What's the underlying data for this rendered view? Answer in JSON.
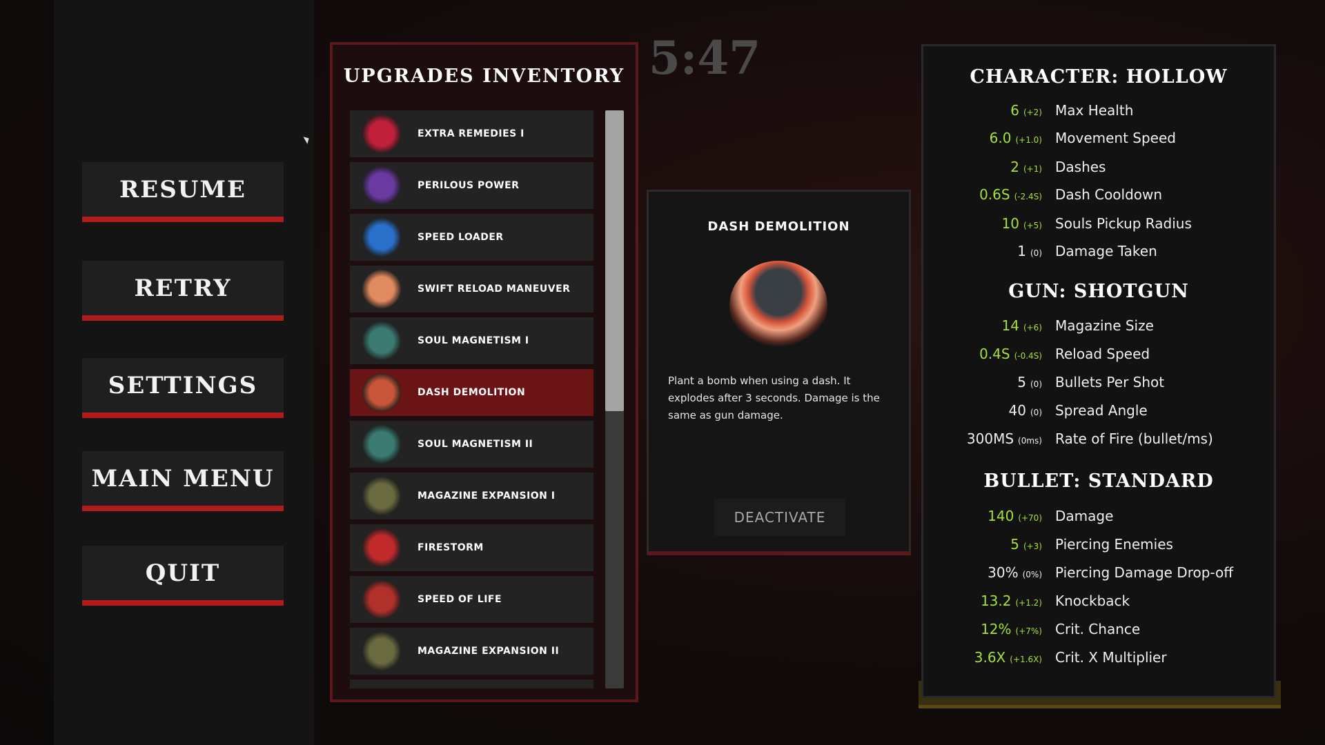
{
  "timer": "5:47",
  "menu": [
    "RESUME",
    "RETRY",
    "SETTINGS",
    "MAIN MENU",
    "QUIT"
  ],
  "inventory": {
    "title": "UPGRADES INVENTORY",
    "items": [
      {
        "label": "EXTRA REMEDIES I",
        "icon": "red-potion-icon",
        "color": "#c0203a"
      },
      {
        "label": "PERILOUS POWER",
        "icon": "purple-potion-icon",
        "color": "#6a3aa0"
      },
      {
        "label": "SPEED LOADER",
        "icon": "blue-vortex-icon",
        "color": "#2a70c8"
      },
      {
        "label": "SWIFT RELOAD MANEUVER",
        "icon": "running-figure-icon",
        "color": "#e08a60"
      },
      {
        "label": "SOUL MAGNETISM I",
        "icon": "soul-swirl-icon",
        "color": "#3a7a70"
      },
      {
        "label": "DASH DEMOLITION",
        "icon": "explosion-icon",
        "color": "#c8553a",
        "selected": true
      },
      {
        "label": "SOUL MAGNETISM II",
        "icon": "soul-swirl-icon",
        "color": "#3a7a70"
      },
      {
        "label": "MAGAZINE EXPANSION I",
        "icon": "magazine-icon",
        "color": "#6a6a40"
      },
      {
        "label": "FIRESTORM",
        "icon": "fire-demon-icon",
        "color": "#c02a2a"
      },
      {
        "label": "SPEED OF LIFE",
        "icon": "speed-figure-icon",
        "color": "#b0302a"
      },
      {
        "label": "MAGAZINE EXPANSION II",
        "icon": "magazine-icon",
        "color": "#6a6a40"
      }
    ]
  },
  "detail": {
    "title": "DASH DEMOLITION",
    "description": "Plant a bomb when using a dash. It explodes after 3 seconds. Damage is the same as gun damage.",
    "button": "DEACTIVATE"
  },
  "sections": [
    {
      "title": "CHARACTER: HOLLOW",
      "stats": [
        {
          "value": "6",
          "delta": "(+2)",
          "label": "Max Health",
          "boosted": true
        },
        {
          "value": "6.0",
          "delta": "(+1.0)",
          "label": "Movement Speed",
          "boosted": true
        },
        {
          "value": "2",
          "delta": "(+1)",
          "label": "Dashes",
          "boosted": true
        },
        {
          "value": "0.6S",
          "delta": "(-2.4S)",
          "label": "Dash Cooldown",
          "boosted": true
        },
        {
          "value": "10",
          "delta": "(+5)",
          "label": "Souls Pickup Radius",
          "boosted": true
        },
        {
          "value": "1",
          "delta": "(0)",
          "label": "Damage Taken",
          "boosted": false
        }
      ]
    },
    {
      "title": "GUN: SHOTGUN",
      "stats": [
        {
          "value": "14",
          "delta": "(+6)",
          "label": "Magazine Size",
          "boosted": true
        },
        {
          "value": "0.4S",
          "delta": "(-0.4S)",
          "label": "Reload Speed",
          "boosted": true
        },
        {
          "value": "5",
          "delta": "(0)",
          "label": "Bullets Per Shot",
          "boosted": false
        },
        {
          "value": "40",
          "delta": "(0)",
          "label": "Spread Angle",
          "boosted": false
        },
        {
          "value": "300MS",
          "delta": "(0ms)",
          "label": "Rate of Fire (bullet/ms)",
          "boosted": false
        }
      ]
    },
    {
      "title": "BULLET: STANDARD",
      "stats": [
        {
          "value": "140",
          "delta": "(+70)",
          "label": "Damage",
          "boosted": true
        },
        {
          "value": "5",
          "delta": "(+3)",
          "label": "Piercing Enemies",
          "boosted": true
        },
        {
          "value": "30%",
          "delta": "(0%)",
          "label": "Piercing Damage Drop-off",
          "boosted": false
        },
        {
          "value": "13.2",
          "delta": "(+1.2)",
          "label": "Knockback",
          "boosted": true
        },
        {
          "value": "12%",
          "delta": "(+7%)",
          "label": "Crit. Chance",
          "boosted": true
        },
        {
          "value": "3.6X",
          "delta": "(+1.6X)",
          "label": "Crit. X Multiplier",
          "boosted": true
        }
      ]
    }
  ],
  "colors": {
    "accent_red": "#b01c1c",
    "boosted_green": "#a4e23a",
    "selected_item": "#6b1415"
  }
}
